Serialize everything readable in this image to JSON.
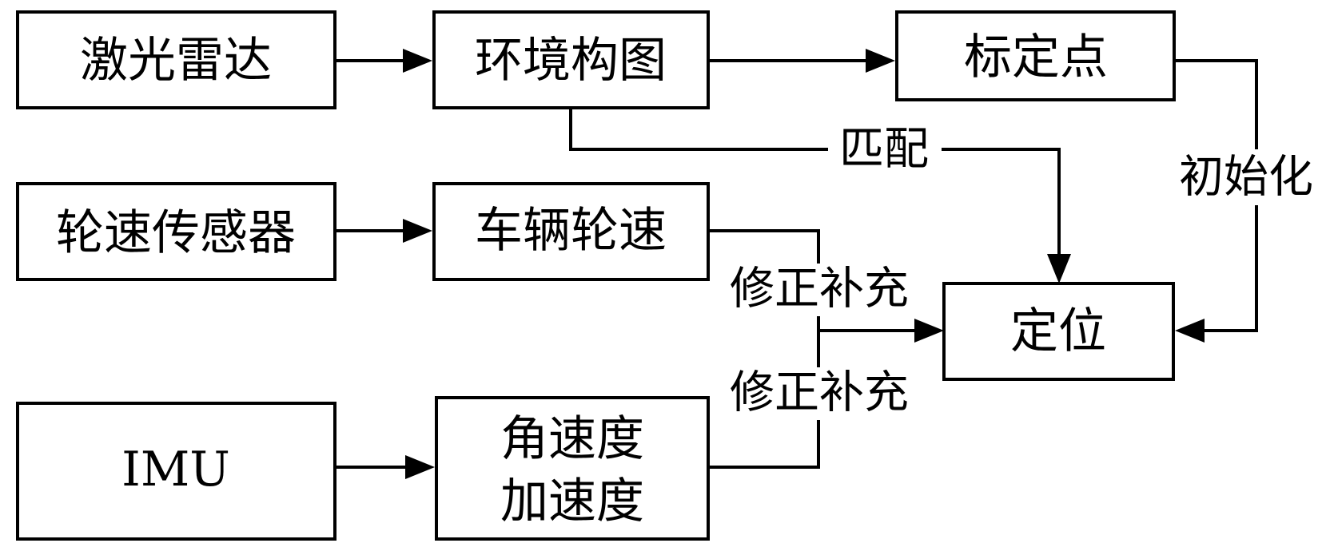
{
  "diagram": {
    "nodes": {
      "lidar": "激光雷达",
      "env_map": "环境构图",
      "calib_point": "标定点",
      "wheel_sensor": "轮速传感器",
      "vehicle_speed": "车辆轮速",
      "imu": "IMU",
      "ang_vel": "角速度",
      "accel": "加速度",
      "localization": "定位"
    },
    "edge_labels": {
      "match": "匹配",
      "init": "初始化",
      "correction_speed": "修正补充",
      "correction_imu": "修正补充"
    },
    "colors": {
      "line": "#000000",
      "fill": "#ffffff"
    }
  }
}
